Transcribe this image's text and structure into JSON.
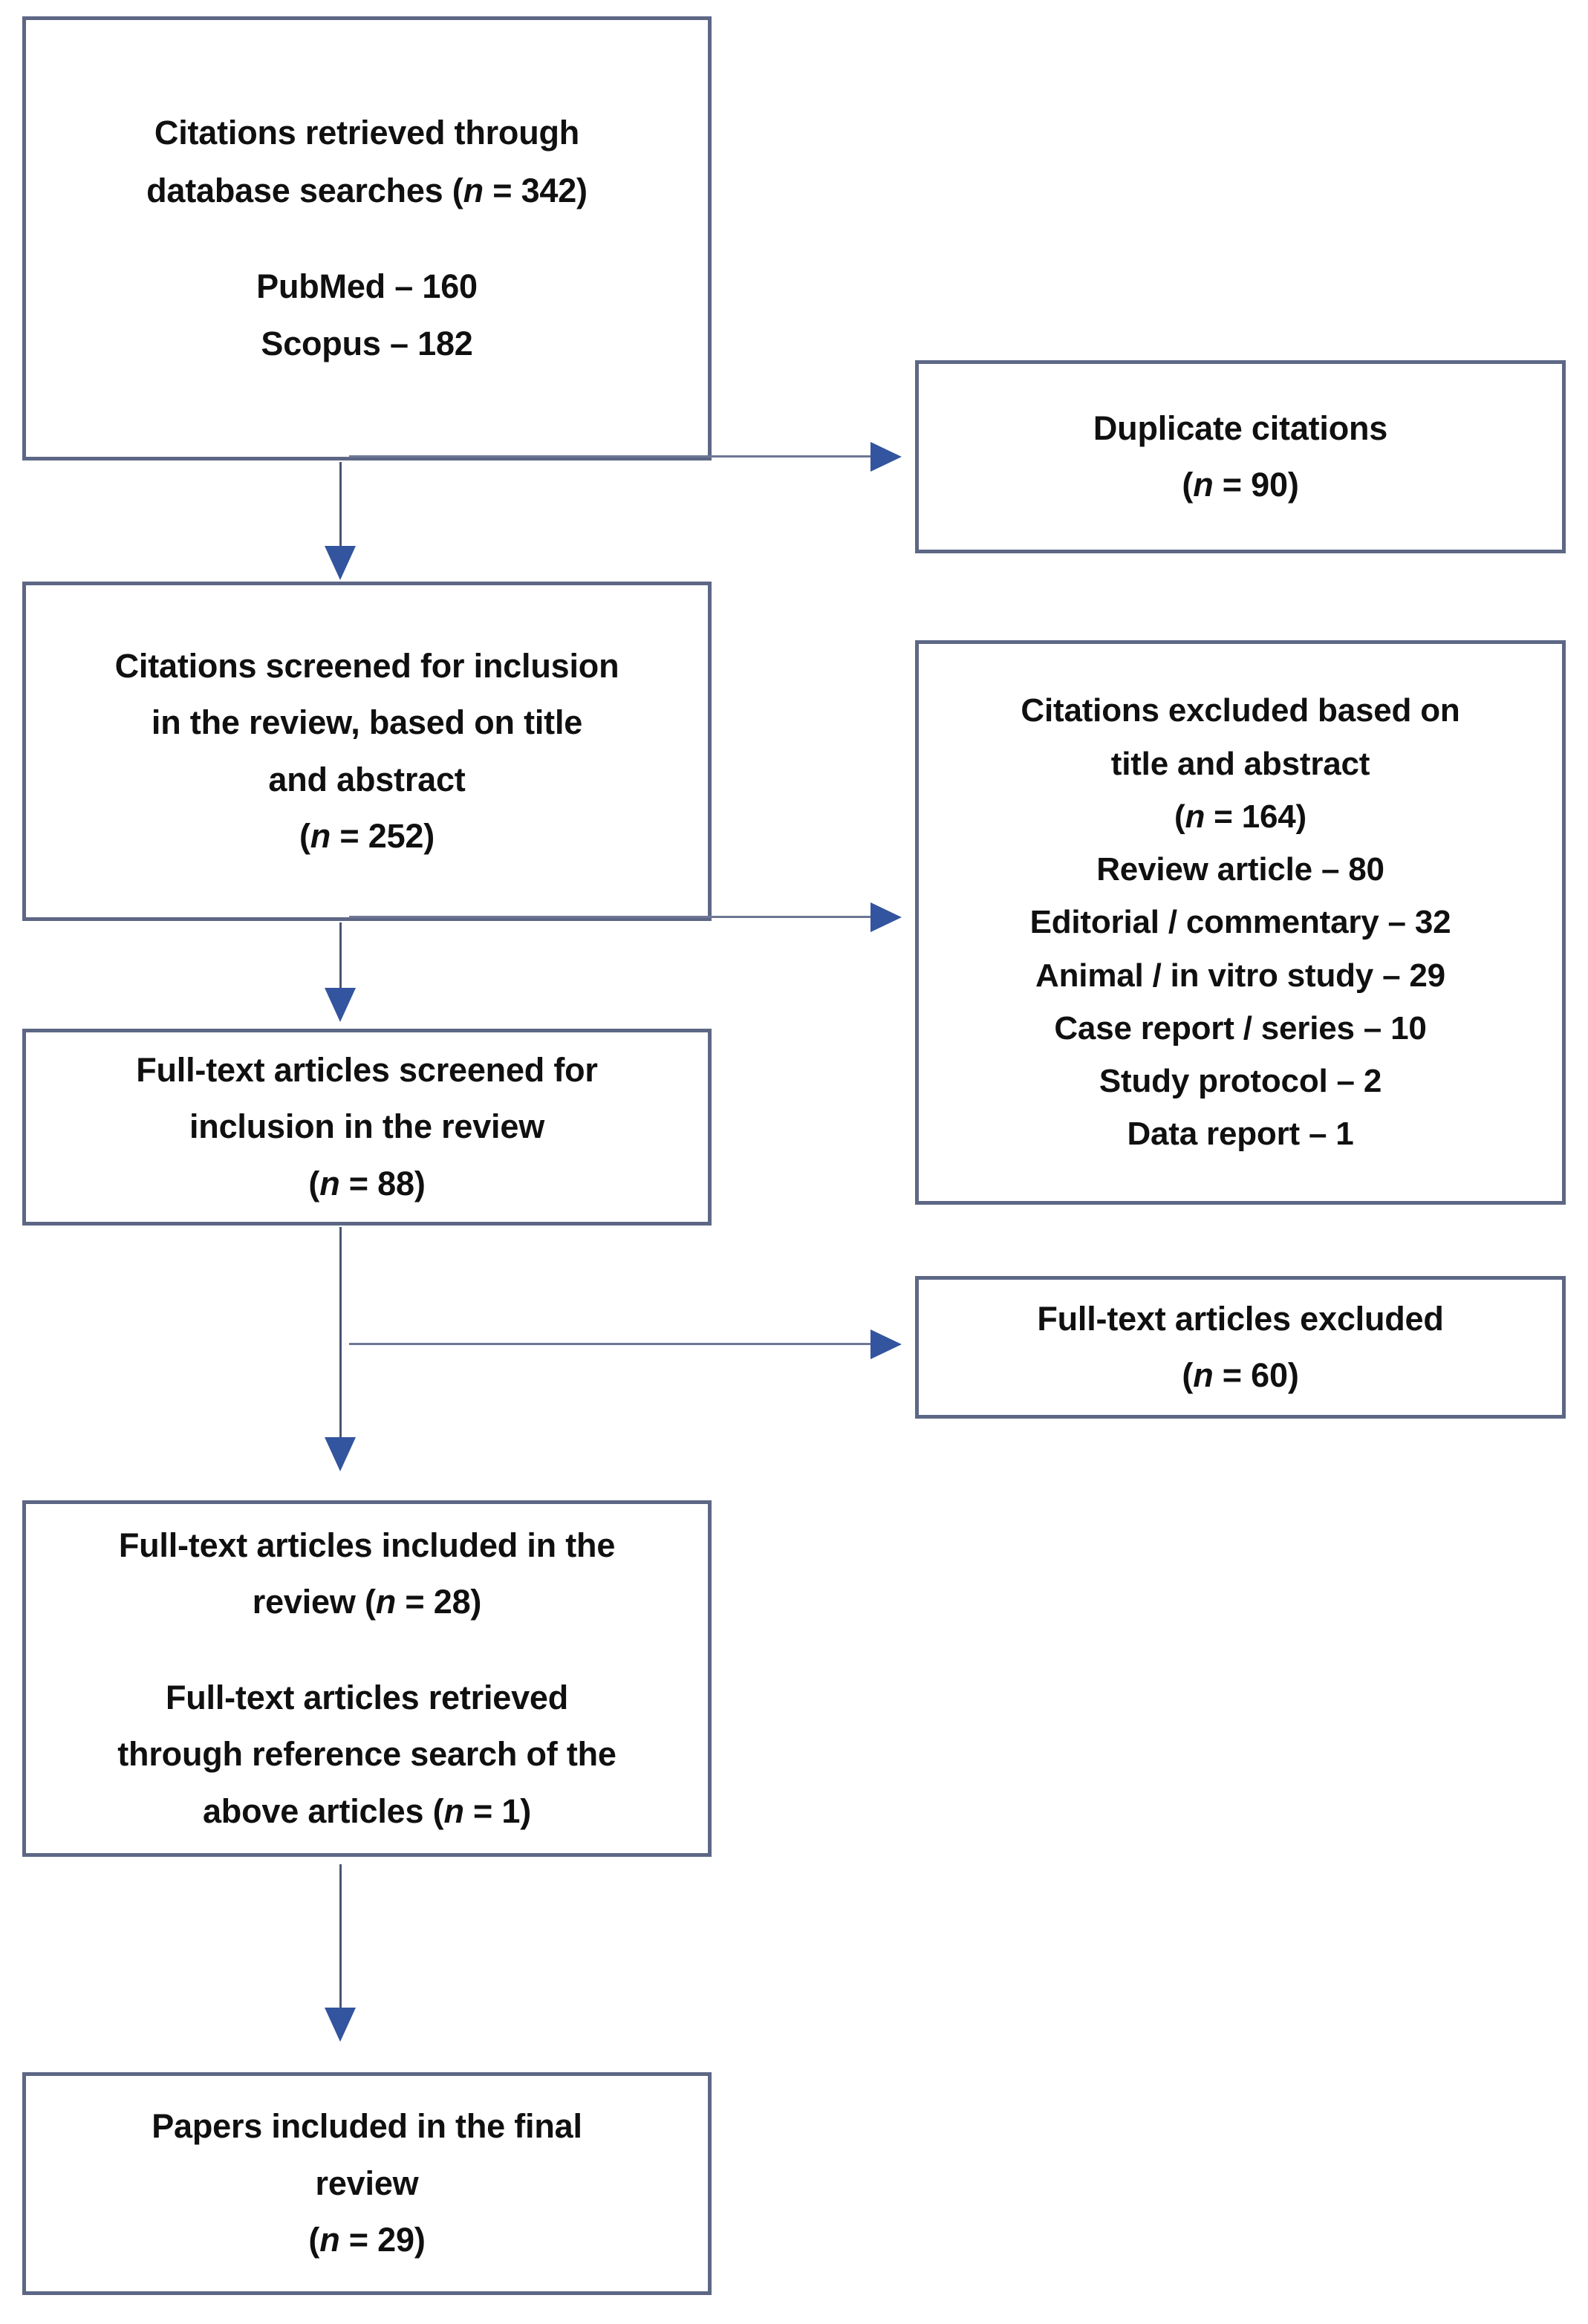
{
  "diagram": {
    "type": "prisma-flow-diagram",
    "title": "PRISMA study selection flow diagram",
    "colors": {
      "box_border": "#5d6785",
      "box_fill": "#ffffff",
      "arrow_head": "#33549e",
      "arrow_line": "#6d7795",
      "text": "#101010"
    }
  },
  "boxes": {
    "retrieved": {
      "id": "citations-retrieved",
      "line1": "Citations retrieved through",
      "line2_pre": "database searches (",
      "line2_n": "n",
      "line2_post": " = 342)",
      "source1": "PubMed – 160",
      "source2": "Scopus – 182",
      "total": 342,
      "sources": [
        {
          "name": "PubMed",
          "count": 160
        },
        {
          "name": "Scopus",
          "count": 182
        }
      ]
    },
    "duplicates": {
      "id": "duplicate-citations",
      "line1": "Duplicate citations",
      "count_pre": "(",
      "count_n": "n",
      "count_post": " = 90)",
      "count": 90
    },
    "screened_title_abstract": {
      "id": "citations-screened",
      "line1": "Citations screened for inclusion",
      "line2": "in the review, based on title",
      "line3": "and abstract",
      "count_pre": "(",
      "count_n": "n",
      "count_post": " = 252)",
      "count": 252
    },
    "excluded_title_abstract": {
      "id": "citations-excluded",
      "line1": "Citations excluded based on",
      "line2": "title and abstract",
      "count_pre": "(",
      "count_n": "n",
      "count_post": " = 164)",
      "count": 164,
      "reasons": [
        {
          "label": "Review article",
          "count": 80,
          "text": "Review article – 80"
        },
        {
          "label": "Editorial / commentary",
          "count": 32,
          "text": "Editorial / commentary – 32"
        },
        {
          "label": "Animal / in vitro study",
          "count": 29,
          "text": "Animal / in vitro study – 29"
        },
        {
          "label": "Case report / series",
          "count": 10,
          "text": "Case report / series – 10"
        },
        {
          "label": "Study protocol",
          "count": 2,
          "text": "Study protocol – 2"
        },
        {
          "label": "Data report",
          "count": 1,
          "text": "Data report – 1"
        }
      ]
    },
    "fulltext_screened": {
      "id": "fulltext-screened",
      "line1": "Full-text articles screened for",
      "line2": "inclusion in the review",
      "count_pre": "(",
      "count_n": "n",
      "count_post": " = 88)",
      "count": 88
    },
    "fulltext_excluded": {
      "id": "fulltext-excluded",
      "line1": "Full-text articles excluded",
      "count_pre": "(",
      "count_n": "n",
      "count_post": " = 60)",
      "count": 60
    },
    "fulltext_included": {
      "id": "fulltext-included",
      "a_line1": "Full-text articles included in the",
      "a_line2_pre": "review (",
      "a_line2_n": "n",
      "a_line2_post": " = 28)",
      "a_count": 28,
      "b_line1": "Full-text articles retrieved",
      "b_line2": "through reference search of the",
      "b_line3_pre": "above articles (",
      "b_line3_n": "n",
      "b_line3_post": " = 1)",
      "b_count": 1
    },
    "final": {
      "id": "papers-final",
      "line1": "Papers included in the final",
      "line2": "review",
      "count_pre": "(",
      "count_n": "n",
      "count_post": " = 29)",
      "count": 29
    }
  },
  "connectors": [
    {
      "name": "retrieved-to-screened",
      "kind": "vertical"
    },
    {
      "name": "retrieved-to-duplicates",
      "kind": "horizontal"
    },
    {
      "name": "screened-to-fulltext",
      "kind": "vertical"
    },
    {
      "name": "screened-to-excluded",
      "kind": "horizontal"
    },
    {
      "name": "fulltext-to-included",
      "kind": "vertical"
    },
    {
      "name": "fulltext-to-excluded",
      "kind": "horizontal"
    },
    {
      "name": "included-to-final",
      "kind": "vertical"
    }
  ]
}
